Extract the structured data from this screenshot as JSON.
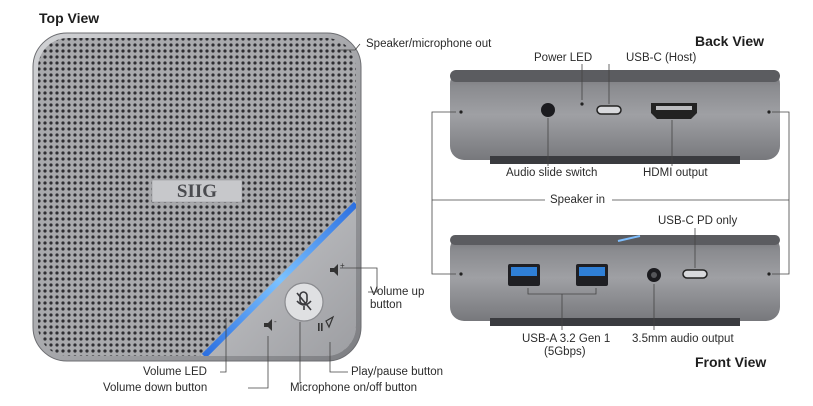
{
  "headings": {
    "top_view": "Top View",
    "back_view": "Back View",
    "front_view": "Front View"
  },
  "brand_logo": "SIIG",
  "top_labels": {
    "speaker_mic_out": "Speaker/microphone out",
    "volume_up_line1": "Volume up",
    "volume_up_line2": "button",
    "play_pause": "Play/pause button",
    "volume_led": "Volume LED",
    "volume_down": "Volume down button",
    "mic_toggle": "Microphone on/off button"
  },
  "back_labels": {
    "power_led": "Power LED",
    "usb_c_host": "USB-C (Host)",
    "audio_slide_switch": "Audio slide switch",
    "hdmi_output": "HDMI output"
  },
  "shared_labels": {
    "speaker_in": "Speaker in"
  },
  "front_labels": {
    "usb_c_pd": "USB-C PD only",
    "usb_a_line1": "USB-A 3.2 Gen 1",
    "usb_a_line2": "(5Gbps)",
    "audio_out": "3.5mm audio output"
  },
  "colors": {
    "body_silver": "#9a9b9e",
    "usb_blue": "#2f7fd6",
    "led_blue": "#5aa6ff"
  }
}
